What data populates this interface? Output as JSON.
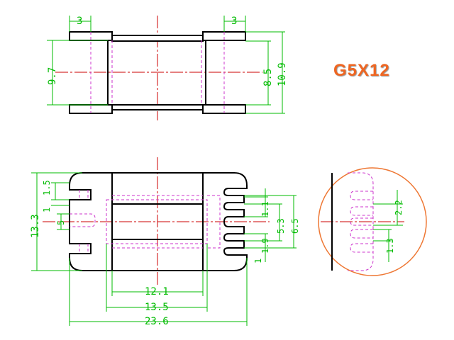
{
  "title": "G5X12",
  "colors": {
    "outline": "#000000",
    "hidden": "#cc33cc",
    "center": "#cc0000",
    "dimension": "#00bb00",
    "accent": "#ee6622"
  },
  "top_view": {
    "dims": {
      "flange_left": "3",
      "flange_right": "3",
      "height_inner": "9.7",
      "height_mid": "8.5",
      "height_outer": "10.9"
    }
  },
  "front_view": {
    "dims": {
      "total_height": "13.3",
      "pitch_top": "1.5",
      "pitch_upper": "1",
      "center_width": "5",
      "right_slot_a": "1.1",
      "right_core": "5.3",
      "right_outer": "6.5",
      "right_slot_b": "1.9",
      "right_slot_c": "1",
      "inner_width": "12.1",
      "mid_width": "13.5",
      "total_width": "23.6"
    }
  },
  "detail": {
    "dims": {
      "slot_gap": "2.2",
      "slot_pitch": "1.3"
    }
  }
}
